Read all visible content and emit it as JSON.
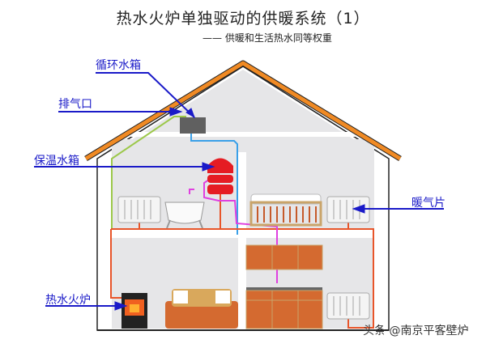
{
  "title": "热水火炉单独驱动的供暖系统（1）",
  "subtitle": "—— 供暖和生活热水同等权重",
  "labels": {
    "circulation_tank": "循环水箱",
    "vent": "排气口",
    "insulated_tank": "保温水箱",
    "radiator": "暖气片",
    "stove": "热水火炉"
  },
  "watermark": "头条 @南京平客壁炉",
  "colors": {
    "label_blue": "#1a1ac8",
    "roof_orange": "#f08a24",
    "heating_pipe": "#e8552a",
    "hot_water_pipe": "#e040e0",
    "cold_water_pipe": "#3aa0e8",
    "vent_pipe": "#9cc84a",
    "tank_red": "#e51c23",
    "wall_gray": "#e6e6e8"
  }
}
